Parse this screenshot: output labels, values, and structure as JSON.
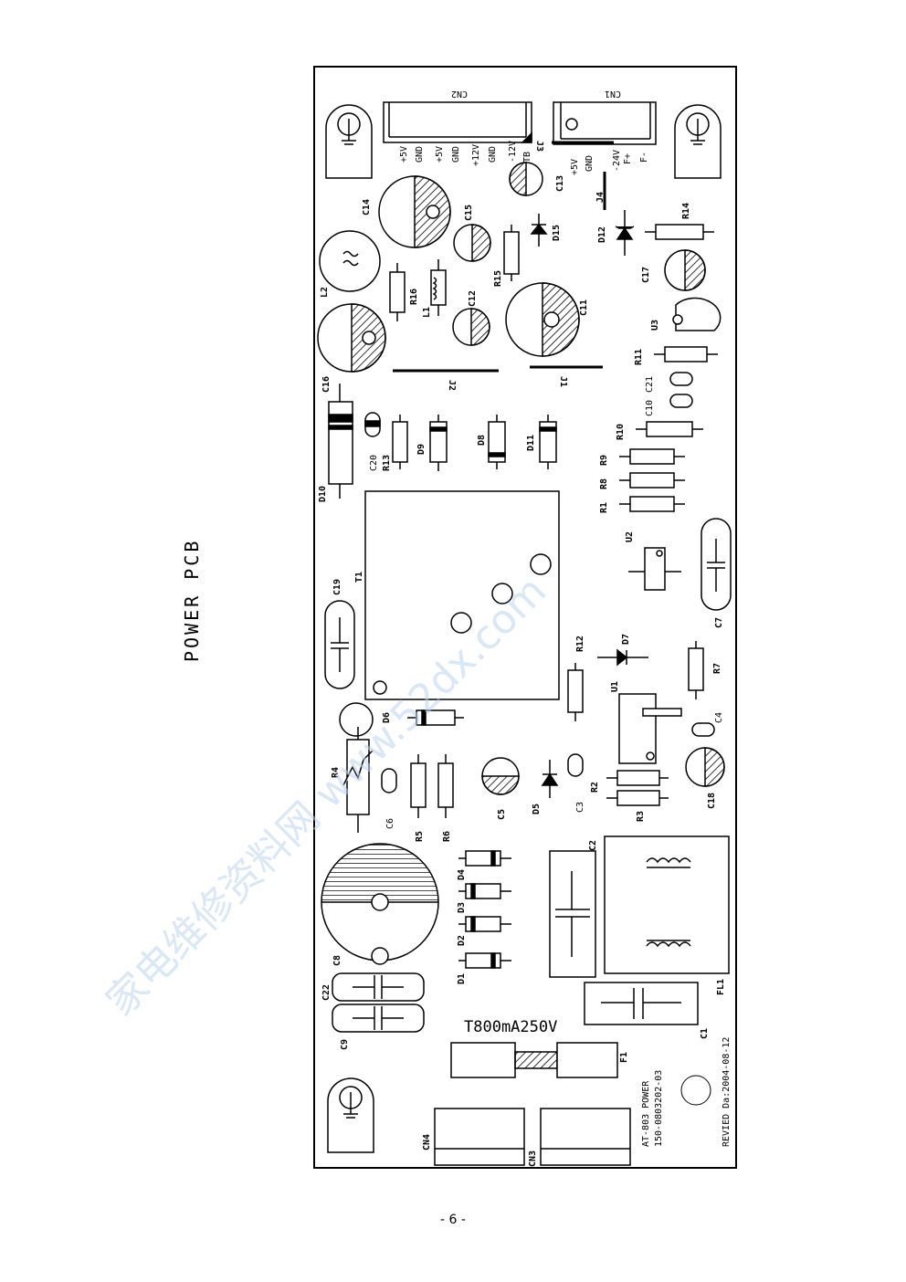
{
  "title": "POWER PCB",
  "page_number": "- 6 -",
  "watermark": "家电维修资料网 www.52dx.com",
  "board": {
    "fuse_rating": "T800mA250V",
    "model": "AT-803 POWER",
    "part_number": "150-0803202-03",
    "revision": "REVIED Da:2004-08-12"
  },
  "connectors": {
    "cn1": "CN1",
    "cn2": "CN2",
    "cn3": "CN3",
    "cn4": "CN4",
    "cn2_pins": [
      "+5V",
      "GND",
      "+5V",
      "GND",
      "+12V",
      "GND",
      "-12V",
      "TB"
    ],
    "cn1_pins": [
      "+5V",
      "GND",
      "-24V",
      "F+",
      "F-"
    ]
  },
  "components": {
    "capacitors": [
      "C1",
      "C2",
      "C3",
      "C4",
      "C5",
      "C6",
      "C7",
      "C8",
      "C9",
      "C10",
      "C11",
      "C12",
      "C13",
      "C14",
      "C15",
      "C16",
      "C17",
      "C18",
      "C19",
      "C20",
      "C21",
      "C22"
    ],
    "resistors": [
      "R1",
      "R2",
      "R3",
      "R4",
      "R5",
      "R6",
      "R7",
      "R8",
      "R9",
      "R10",
      "R11",
      "R12",
      "R13",
      "R14",
      "R15",
      "R16"
    ],
    "diodes": [
      "D1",
      "D2",
      "D3",
      "D4",
      "D5",
      "D6",
      "D7",
      "D8",
      "D9",
      "D10",
      "D11",
      "D12",
      "D15"
    ],
    "other": [
      "U1",
      "U2",
      "U3",
      "T1",
      "L1",
      "L2",
      "FL1",
      "F1",
      "J1",
      "J2",
      "J3",
      "J4"
    ]
  }
}
